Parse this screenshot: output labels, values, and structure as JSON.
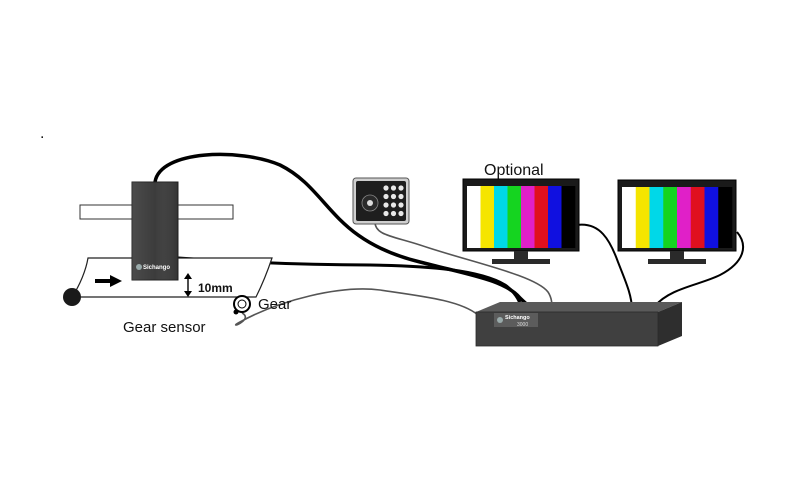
{
  "stray_mark": ".",
  "labels": {
    "optional": "Optional",
    "gear": "Gear",
    "gear_sensor": "Gear sensor",
    "gap": "10mm",
    "brand": "Sichango",
    "controller_model": "3000"
  },
  "colors": {
    "cable": "#000000",
    "thin_cable": "#555555",
    "device_dark": "#3c3c3c",
    "controller_body": "#404040",
    "keypad_body": "#1e1e1e",
    "monitor_frame": "#1a1a1a"
  },
  "color_bars": [
    "#ffffff",
    "#f5e500",
    "#00d8e8",
    "#15d420",
    "#e020c8",
    "#e0101e",
    "#1010e0",
    "#000000"
  ]
}
